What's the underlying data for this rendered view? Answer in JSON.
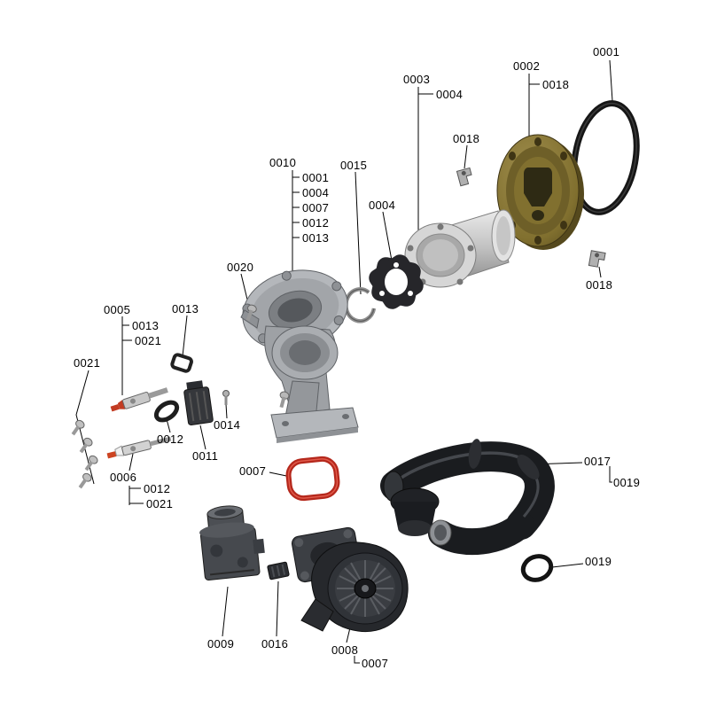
{
  "diagram": {
    "type": "exploded-parts-diagram",
    "callouts": [
      {
        "ref": "oring-large",
        "text": "0001"
      },
      {
        "ref": "flange",
        "text": "0002"
      },
      {
        "ref": "flange-clip",
        "text": "0018"
      },
      {
        "ref": "tube",
        "text": "0003"
      },
      {
        "ref": "tube-sub",
        "text": "0004"
      },
      {
        "ref": "clip-mid",
        "text": "0018"
      },
      {
        "ref": "manifold",
        "text": "0010"
      },
      {
        "ref": "manifold-item-1",
        "text": "0001"
      },
      {
        "ref": "manifold-item-2",
        "text": "0004"
      },
      {
        "ref": "manifold-item-3",
        "text": "0007"
      },
      {
        "ref": "manifold-item-4",
        "text": "0012"
      },
      {
        "ref": "manifold-item-5",
        "text": "0013"
      },
      {
        "ref": "circlip",
        "text": "0015"
      },
      {
        "ref": "star-gasket",
        "text": "0004"
      },
      {
        "ref": "screws-manifold",
        "text": "0020"
      },
      {
        "ref": "electrode-top",
        "text": "0005"
      },
      {
        "ref": "electrode-top-item-1",
        "text": "0013"
      },
      {
        "ref": "electrode-top-item-2",
        "text": "0021"
      },
      {
        "ref": "bracket-small",
        "text": "0013"
      },
      {
        "ref": "screws-left",
        "text": "0021"
      },
      {
        "ref": "ring-small",
        "text": "0012"
      },
      {
        "ref": "screw-small",
        "text": "0014"
      },
      {
        "ref": "connector-block",
        "text": "0011"
      },
      {
        "ref": "electrode-bottom",
        "text": "0006"
      },
      {
        "ref": "electrode-bottom-item-1",
        "text": "0012"
      },
      {
        "ref": "electrode-bottom-item-2",
        "text": "0021"
      },
      {
        "ref": "burner-gasket",
        "text": "0007"
      },
      {
        "ref": "flue-assembly",
        "text": "0017"
      },
      {
        "ref": "flue-item-1",
        "text": "0019"
      },
      {
        "ref": "oring-small",
        "text": "0019"
      },
      {
        "ref": "gas-valve",
        "text": "0009"
      },
      {
        "ref": "connector-small",
        "text": "0016"
      },
      {
        "ref": "blower",
        "text": "0008"
      },
      {
        "ref": "blower-item-1",
        "text": "0007"
      },
      {
        "ref": "clip-right",
        "text": "0018"
      }
    ],
    "colors": {
      "gasket_red": "#b5281c",
      "flange_bronze": "#81702f",
      "pipe_black": "#1a1c1f",
      "metal_gray": "#b4b7bb",
      "background": "#ffffff"
    }
  }
}
